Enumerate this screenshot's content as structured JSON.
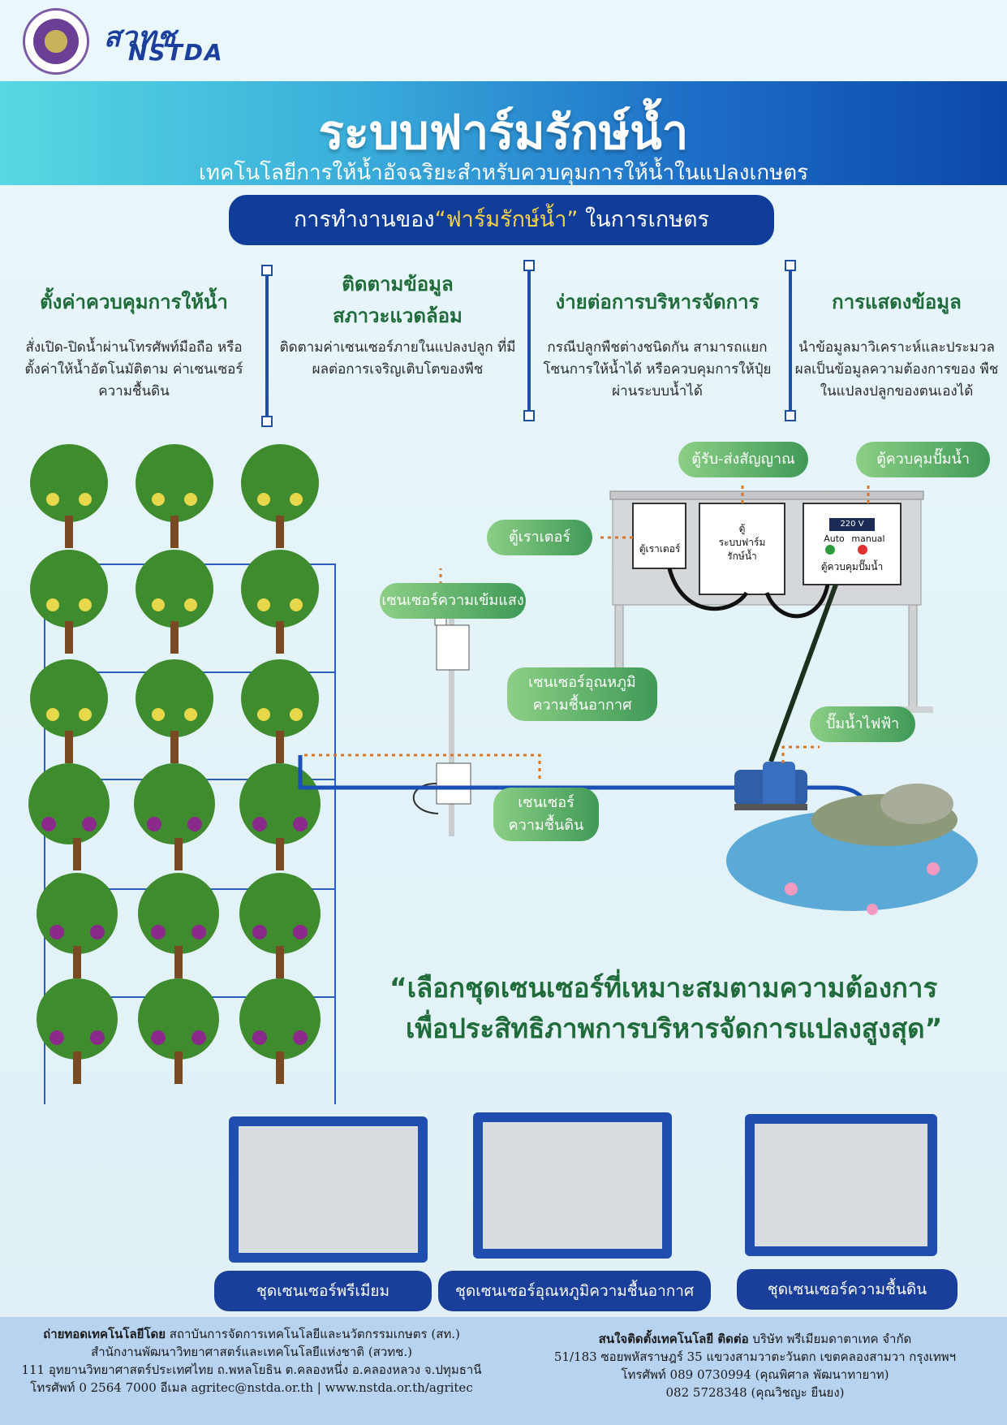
{
  "header": {
    "logo_thai": "สวทช",
    "logo_en": "NSTDA",
    "title": "ระบบฟาร์มรักษ์น้ำ",
    "subtitle": "เทคโนโลยีการให้น้ำอัจฉริยะสำหรับควบคุมการให้น้ำในแปลงเกษตร",
    "section_pre": "การทำงานของ",
    "section_hl": "“ฟาร์มรักษ์น้ำ”",
    "section_post": " ในการเกษตร"
  },
  "features": [
    {
      "heading": "ตั้งค่าควบคุมการให้น้ำ",
      "text": "สั่งเปิด-ปิดน้ำผ่านโทรศัพท์มือถือ หรือ ตั้งค่าให้น้ำอัตโนมัติตาม ค่าเซนเซอร์ความชื้นดิน"
    },
    {
      "heading": "ติดตามข้อมูล สภาวะแวดล้อม",
      "text": "ติดตามค่าเซนเซอร์ภายในแปลงปลูก ที่มีผลต่อการเจริญเติบโตของพืช"
    },
    {
      "heading": "ง่ายต่อการบริหารจัดการ",
      "text": "กรณีปลูกพืชต่างชนิดกัน สามารถแยก โซนการให้น้ำได้ หรือควบคุมการให้ปุ๋ย ผ่านระบบน้ำได้"
    },
    {
      "heading": "การแสดงข้อมูล",
      "text": "นำข้อมูลมาวิเคราะห์และประมวล ผลเป็นข้อมูลความต้องการของ พืชในแปลงปลูกของตนเองได้"
    }
  ],
  "diagram": {
    "signal_box": "ตู้รับ-ส่งสัญญาณ",
    "pump_control": "ตู้ควบคุมปั๊มน้ำ",
    "router": "ตู้เราเตอร์",
    "light_sensor": "เซนเซอร์ความเข้มแสง",
    "temp_humidity_1": "เซนเซอร์อุณหภูมิ",
    "temp_humidity_2": "ความชื้นอากาศ",
    "electric_pump": "ปั๊มน้ำไฟฟ้า",
    "soil_sensor_1": "เซนเซอร์",
    "soil_sensor_2": "ความชื้นดิน",
    "box_router": "ตู้เราเตอร์",
    "box_system_1": "ตู้",
    "box_system_2": "ระบบฟาร์ม",
    "box_system_3": "รักษ์น้ำ",
    "box_voltage": "220 V",
    "box_auto": "Auto",
    "box_manual": "manual",
    "box_pump": "ตู้ควบคุมปั๊มน้ำ"
  },
  "quote": {
    "line1": "“เลือกชุดเซนเซอร์ที่เหมาะสมตามความต้องการ",
    "line2": "เพื่อประสิทธิภาพการบริหารจัดการแปลงสูงสุด”"
  },
  "kits": [
    "ชุดเซนเซอร์พรีเมียม",
    "ชุดเซนเซอร์อุณหภูมิความชื้นอากาศ",
    "ชุดเซนเซอร์ความชื้นดิน"
  ],
  "footer": {
    "left_lead": "ถ่ายทอดเทคโนโลยีโดย",
    "left_1": " สถาบันการจัดการเทคโนโลยีและนวัตกรรมเกษตร (สท.)",
    "left_2": "สำนักงานพัฒนาวิทยาศาสตร์และเทคโนโลยีแห่งชาติ (สวทช.)",
    "left_3": "111 อุทยานวิทยาศาสตร์ประเทศไทย ถ.พหลโยธิน ต.คลองหนึ่ง อ.คลองหลวง จ.ปทุมธานี",
    "left_4": "โทรศัพท์ 0 2564 7000 อีเมล agritec@nstda.or.th | www.nstda.or.th/agritec",
    "right_lead": "สนใจติดตั้งเทคโนโลยี ติดต่อ",
    "right_1": " บริษัท พรีเมียมดาตาเทค จำกัด",
    "right_2": "51/183 ซอยพหัสราษฎร์ 35 แขวงสามวาตะวันตก เขตคลองสามวา กรุงเทพฯ",
    "right_3": "โทรศัพท์ 089 0730994 (คุณพิศาล พัฒนาทายาท)",
    "right_4": "082 5728348 (คุณวิชญะ ยืนยง)"
  },
  "colors": {
    "accent": "#113d9a",
    "green": "#1f6b3a",
    "highlight": "#f6d24a"
  }
}
